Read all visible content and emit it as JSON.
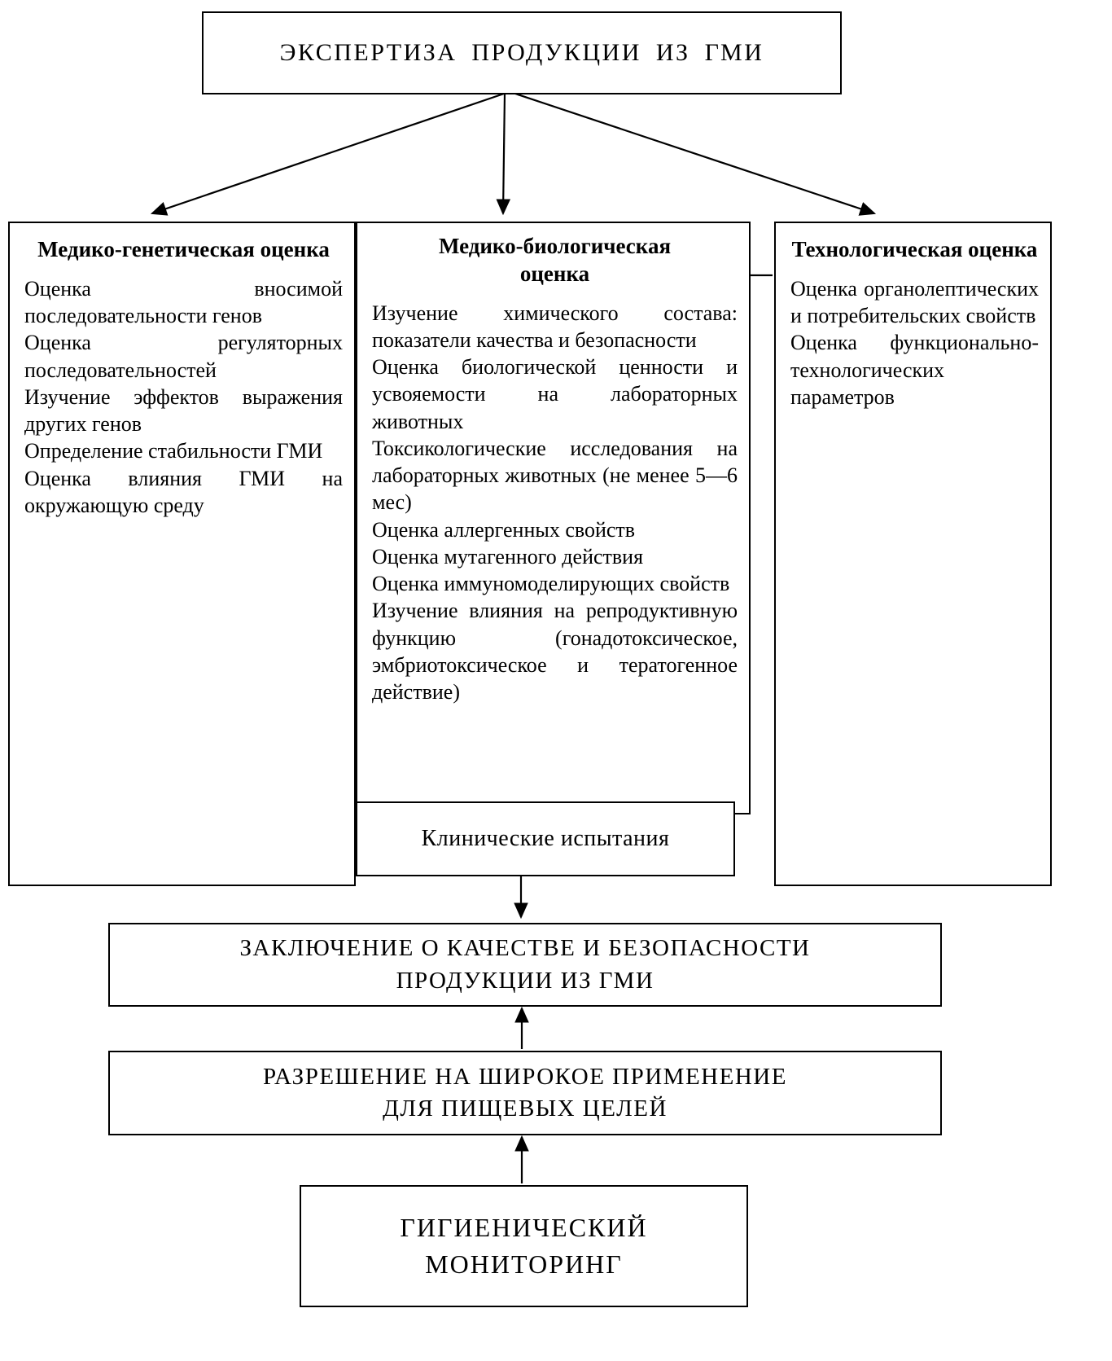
{
  "top_box": {
    "label": "ЭКСПЕРТИЗА ПРОДУКЦИИ ИЗ ГМИ"
  },
  "left_column": {
    "title": "Медико-генетическая оценка",
    "items": [
      "Оценка вносимой последовательности генов",
      "Оценка регуляторных последовательностей",
      "Изучение эффектов выражения других генов",
      "Определение стабильности ГМИ",
      "Оценка влияния ГМИ на окружающую среду"
    ]
  },
  "middle_column": {
    "title": "Медико-биологическая оценка",
    "items": [
      "Изучение химического состава: показатели качества и безопасности",
      "Оценка биологической ценности и усвояемости на лабораторных животных",
      "Токсикологические исследования на лабораторных животных (не менее 5—6 мес)",
      "Оценка аллергенных свойств",
      "Оценка мутагенного действия",
      "Оценка иммуномоделирующих свойств",
      "Изучение влияния на репродуктивную функцию (гонадотоксическое, эмбриотоксическое и тератогенное действие)"
    ],
    "footer": "Клинические испытания"
  },
  "right_column": {
    "title": "Технологическая оценка",
    "items": [
      "Оценка органолептических и потребительских свойств",
      "Оценка функционально-технологических параметров"
    ]
  },
  "conclusion": {
    "line1": "ЗАКЛЮЧЕНИЕ О КАЧЕСТВЕ И БЕЗОПАСНОСТИ",
    "line2": "ПРОДУКЦИИ ИЗ ГМИ"
  },
  "permission": {
    "line1": "РАЗРЕШЕНИЕ НА ШИРОКОЕ ПРИМЕНЕНИЕ",
    "line2": "ДЛЯ ПИЩЕВЫХ ЦЕЛЕЙ"
  },
  "monitoring": {
    "line1": "ГИГИЕНИЧЕСКИЙ",
    "line2": "МОНИТОРИНГ"
  },
  "colors": {
    "line": "#000000",
    "background": "#ffffff"
  }
}
